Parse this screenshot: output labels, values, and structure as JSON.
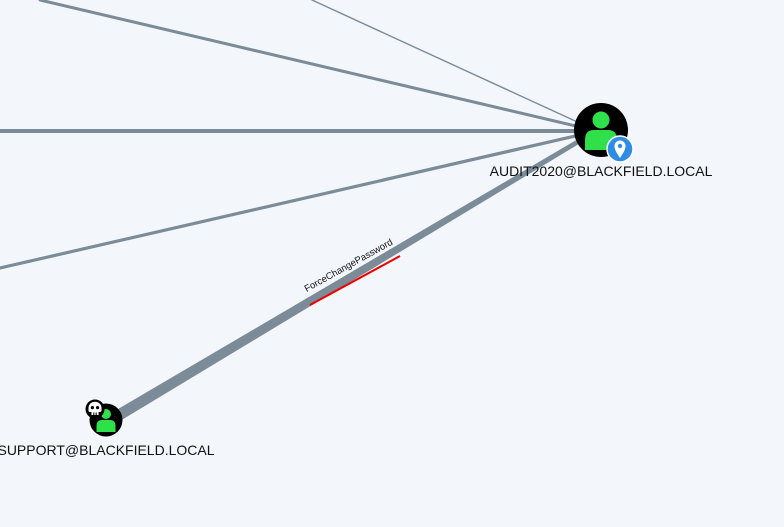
{
  "graph": {
    "nodes": [
      {
        "name": "AUDIT2020@BLACKFIELD.LOCAL",
        "type": "user",
        "icon": "user-icon",
        "badge": "map-pin-icon",
        "icon_color": "#2fe04a",
        "background_color": "#000000"
      },
      {
        "name": "SUPPORT@BLACKFIELD.LOCAL",
        "type": "user",
        "icon": "user-icon",
        "badge": "skull-icon",
        "icon_color": "#2fe04a",
        "background_color": "#000000"
      }
    ],
    "edges": [
      {
        "label": "ForceChangePassword",
        "from": "SUPPORT@BLACKFIELD.LOCAL",
        "to": "AUDIT2020@BLACKFIELD.LOCAL",
        "highlight_color": "#ee0000"
      }
    ],
    "colors": {
      "edge": "#7b8c98",
      "background": "#f3f6fa",
      "pin_badge": "#2f8de4"
    }
  }
}
